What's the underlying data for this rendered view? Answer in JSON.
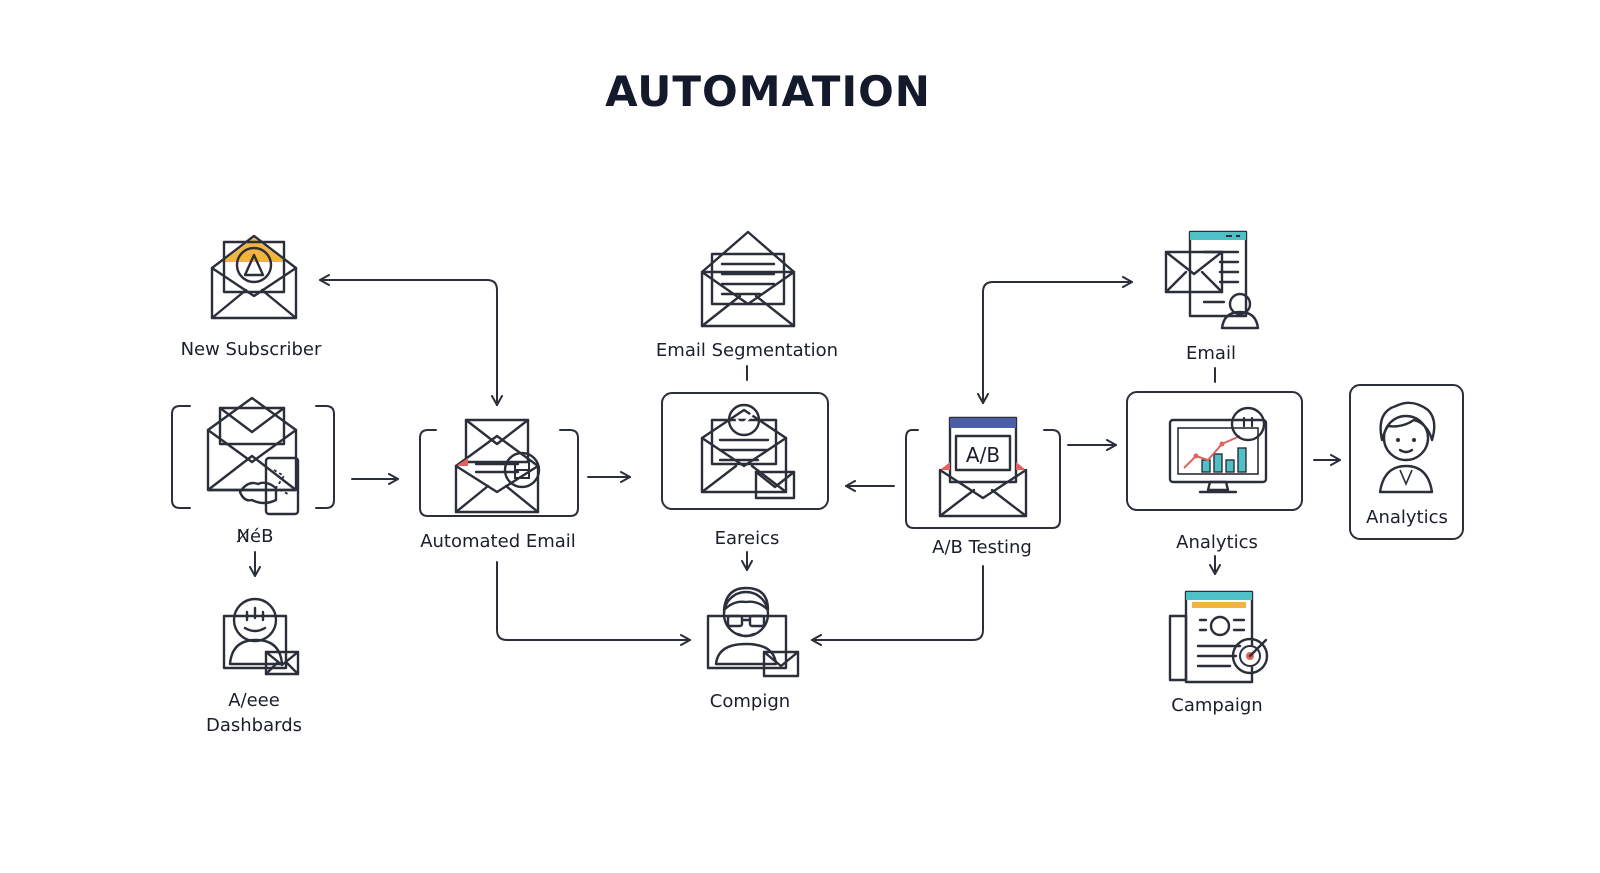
{
  "title": "AUTOMATION",
  "colors": {
    "ink": "#2b2f3a",
    "orange": "#f3b340",
    "red": "#e3625c",
    "teal": "#4fc1c6",
    "navy": "#2f3f78",
    "skin": "#f6c9a2"
  },
  "nodes": {
    "new_subscriber": {
      "label": "New Subscriber",
      "icon": "envelope-badge-icon"
    },
    "nvb": {
      "label": "N̸éB",
      "icon": "envelope-puzzle-icon"
    },
    "dashboards": {
      "label_line1": "A/eee",
      "label_line2": "Dashbards",
      "icon": "face-mail-icon"
    },
    "automated_email": {
      "label": "Automated Email",
      "icon": "envelope-stack-icon"
    },
    "email_segmentation": {
      "label": "Email Segmentation",
      "icon": "open-envelope-icon"
    },
    "eareics": {
      "label": "Eareics",
      "icon": "envelope-check-icon"
    },
    "compign": {
      "label": "Compign",
      "icon": "person-mail-icon"
    },
    "ab_testing": {
      "label": "A/B Testing",
      "icon": "ab-envelope-icon",
      "badge": "A/B"
    },
    "email": {
      "label": "Email",
      "icon": "document-mail-icon"
    },
    "analytics_monitor": {
      "label": "Analytics",
      "icon": "chart-monitor-icon"
    },
    "analytics_person": {
      "label": "Analytics",
      "icon": "avatar-icon"
    },
    "campaign": {
      "label": "Campaign",
      "icon": "target-document-icon"
    }
  }
}
